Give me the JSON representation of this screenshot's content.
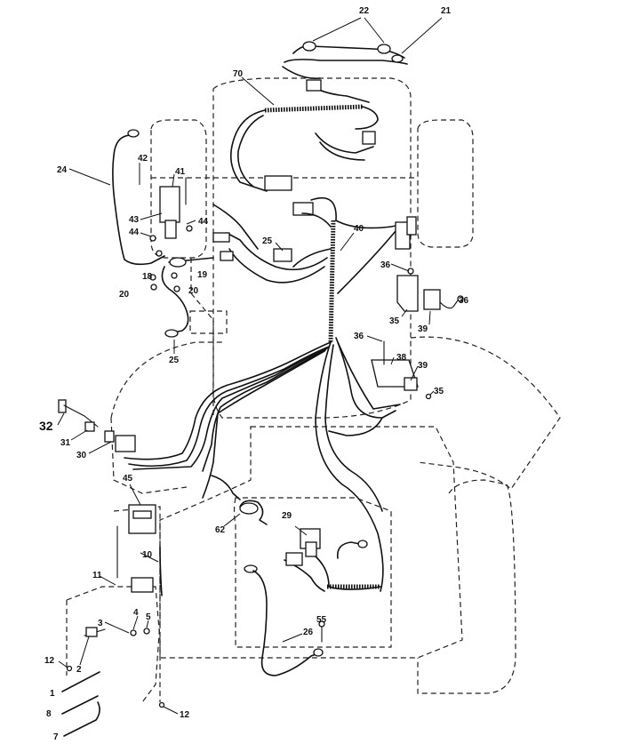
{
  "callouts": {
    "c22": "22",
    "c21": "21",
    "c70": "70",
    "c24": "24",
    "c42": "42",
    "c41": "41",
    "c43": "43",
    "c44a": "44",
    "c44b": "44",
    "c40": "40",
    "c25a": "25",
    "c25b": "25",
    "c18": "18",
    "c19": "19",
    "c20a": "20",
    "c20b": "20",
    "c36a": "36",
    "c36b": "36",
    "c36c": "36",
    "c35a": "35",
    "c35b": "35",
    "c39a": "39",
    "c39b": "39",
    "c38": "38",
    "c32": "32",
    "c31": "31",
    "c30": "30",
    "c45": "45",
    "c29": "29",
    "c62": "62",
    "c10": "10",
    "c11": "11",
    "c4": "4",
    "c5": "5",
    "c3": "3",
    "c2": "2",
    "c12a": "12",
    "c12b": "12",
    "c1": "1",
    "c8": "8",
    "c7": "7",
    "c55": "55",
    "c26": "26"
  }
}
